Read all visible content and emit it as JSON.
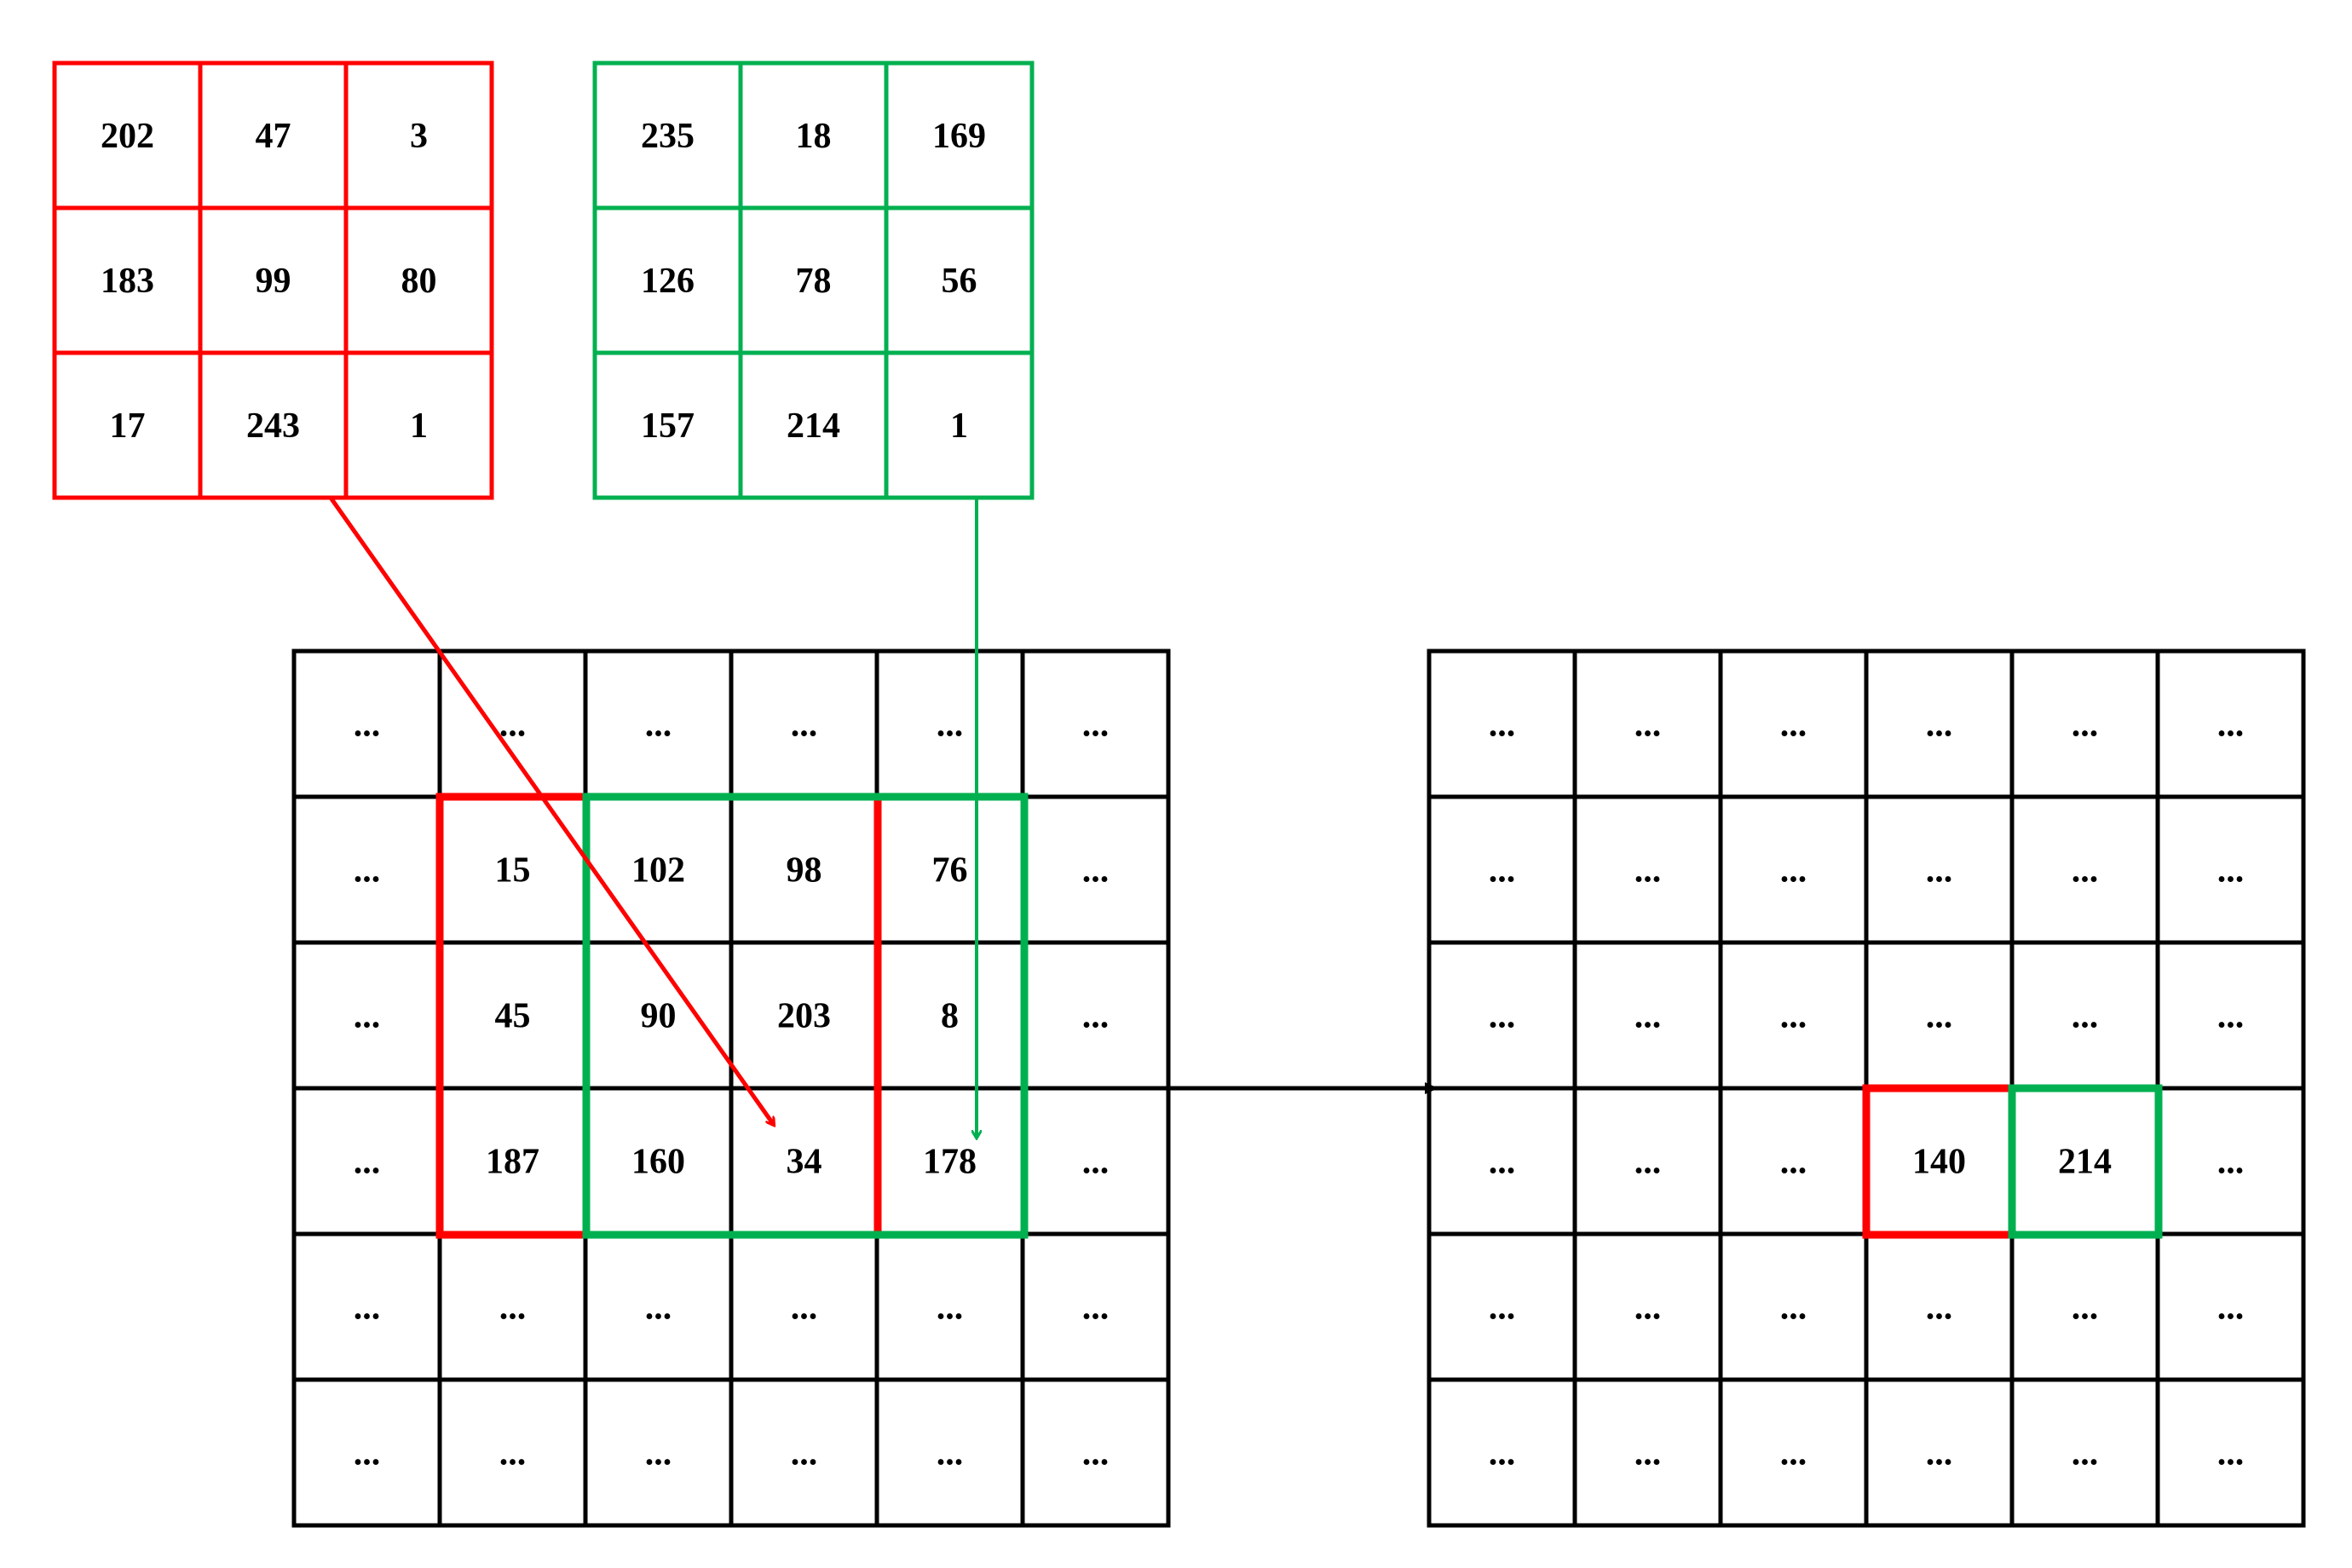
{
  "colors": {
    "red": "#ff0000",
    "green": "#00b050",
    "black": "#000000"
  },
  "red_patch": {
    "cells": [
      [
        "202",
        "47",
        "3"
      ],
      [
        "183",
        "99",
        "80"
      ],
      [
        "17",
        "243",
        "1"
      ]
    ]
  },
  "green_patch": {
    "cells": [
      [
        "235",
        "18",
        "169"
      ],
      [
        "126",
        "78",
        "56"
      ],
      [
        "157",
        "214",
        "1"
      ]
    ]
  },
  "input_grid": {
    "cells": [
      [
        "...",
        "...",
        "...",
        "...",
        "...",
        "..."
      ],
      [
        "...",
        "15",
        "102",
        "98",
        "76",
        "..."
      ],
      [
        "...",
        "45",
        "90",
        "203",
        "8",
        "..."
      ],
      [
        "...",
        "187",
        "160",
        "34",
        "178",
        "..."
      ],
      [
        "...",
        "...",
        "...",
        "...",
        "...",
        "..."
      ],
      [
        "...",
        "...",
        "...",
        "...",
        "...",
        "..."
      ]
    ]
  },
  "output_grid": {
    "cells": [
      [
        "...",
        "...",
        "...",
        "...",
        "...",
        "..."
      ],
      [
        "...",
        "...",
        "...",
        "...",
        "...",
        "..."
      ],
      [
        "...",
        "...",
        "...",
        "...",
        "...",
        "..."
      ],
      [
        "...",
        "...",
        "...",
        "140",
        "214",
        "..."
      ],
      [
        "...",
        "...",
        "...",
        "...",
        "...",
        "..."
      ],
      [
        "...",
        "...",
        "...",
        "...",
        "...",
        "..."
      ]
    ]
  }
}
